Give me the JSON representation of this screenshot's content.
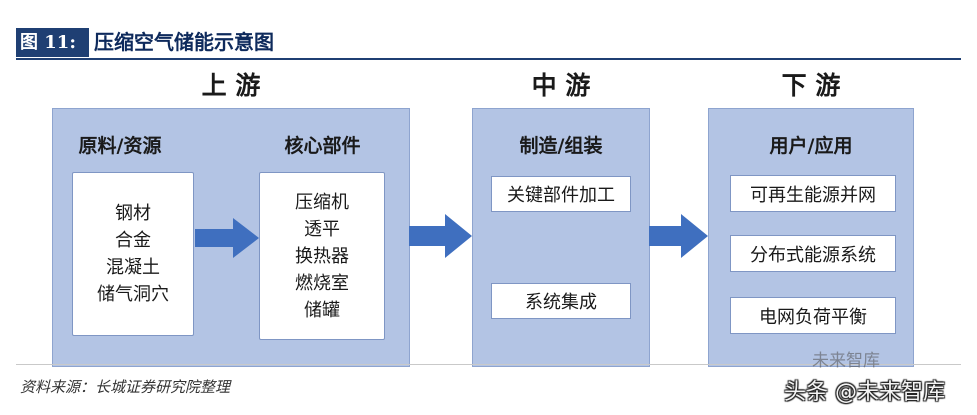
{
  "header": {
    "figure_label": "图 11:",
    "title": "压缩空气储能示意图"
  },
  "upstream": {
    "title": "上 游",
    "raw_materials": {
      "heading": "原料/资源",
      "items": [
        "钢材",
        "合金",
        "混凝土",
        "储气洞穴"
      ]
    },
    "core_components": {
      "heading": "核心部件",
      "items": [
        "压缩机",
        "透平",
        "换热器",
        "燃烧室",
        "储罐"
      ]
    }
  },
  "midstream": {
    "title": "中 游",
    "heading": "制造/组装",
    "items": [
      "关键部件加工",
      "系统集成"
    ]
  },
  "downstream": {
    "title": "下 游",
    "heading": "用户/应用",
    "items": [
      "可再生能源并网",
      "分布式能源系统",
      "电网负荷平衡"
    ]
  },
  "colors": {
    "box_fill": "#b3c4e4",
    "arrow": "#3f6fbf",
    "header_bar": "#1f3f73"
  },
  "footer": {
    "source": "资料来源：长城证券研究院整理",
    "watermark_small": "未来智库",
    "watermark_large": "头条 @未来智库"
  }
}
